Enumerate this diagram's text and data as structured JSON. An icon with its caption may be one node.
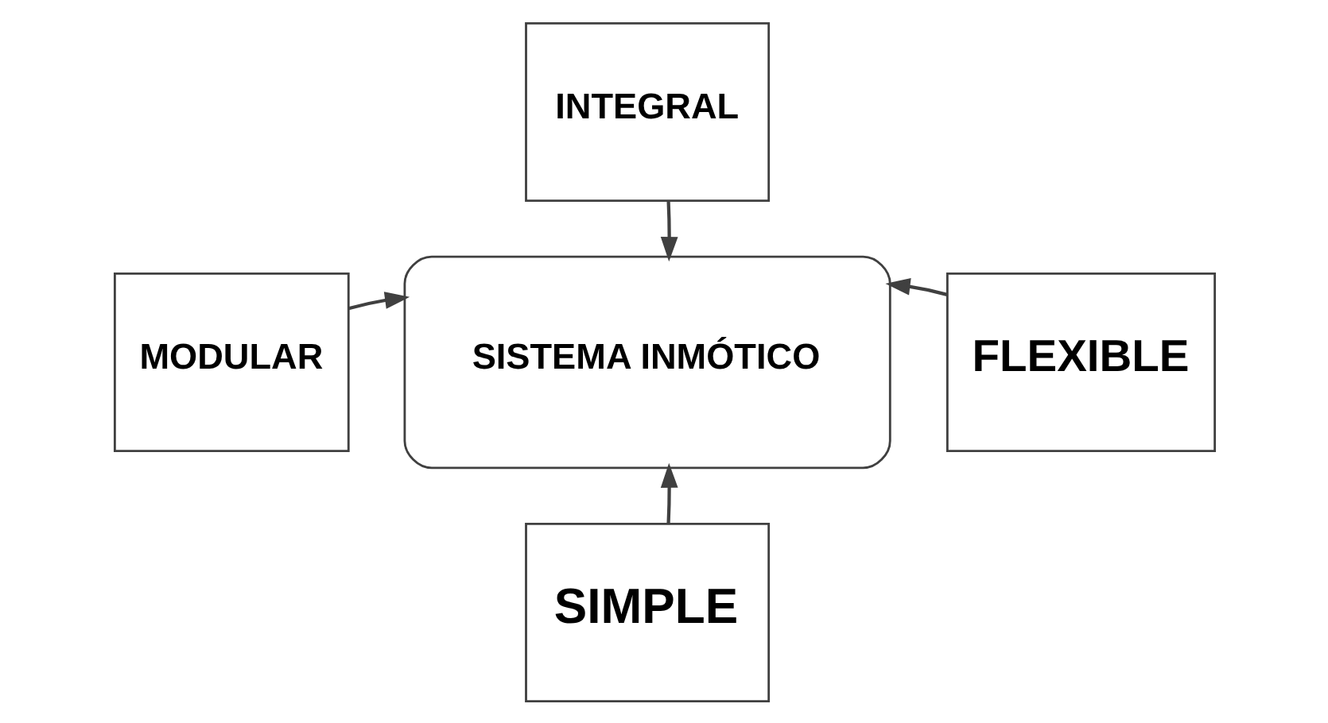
{
  "diagram": {
    "nodes": [
      {
        "text": [
          "INTEGRAL"
        ]
      },
      {
        "text": [
          "MODULAR"
        ]
      },
      {
        "text": [
          "SISTEMA INMÓTICO"
        ]
      },
      {
        "text": [
          "FLEXIBLE"
        ]
      },
      {
        "text": [
          "SIMPLE"
        ]
      }
    ],
    "edges": [
      {
        "from": 0,
        "to": 2,
        "arrow": "to"
      },
      {
        "from": 1,
        "to": 2,
        "arrow": "to"
      },
      {
        "from": 3,
        "to": 2,
        "arrow": "to"
      },
      {
        "from": 4,
        "to": 2,
        "arrow": "to"
      }
    ]
  }
}
